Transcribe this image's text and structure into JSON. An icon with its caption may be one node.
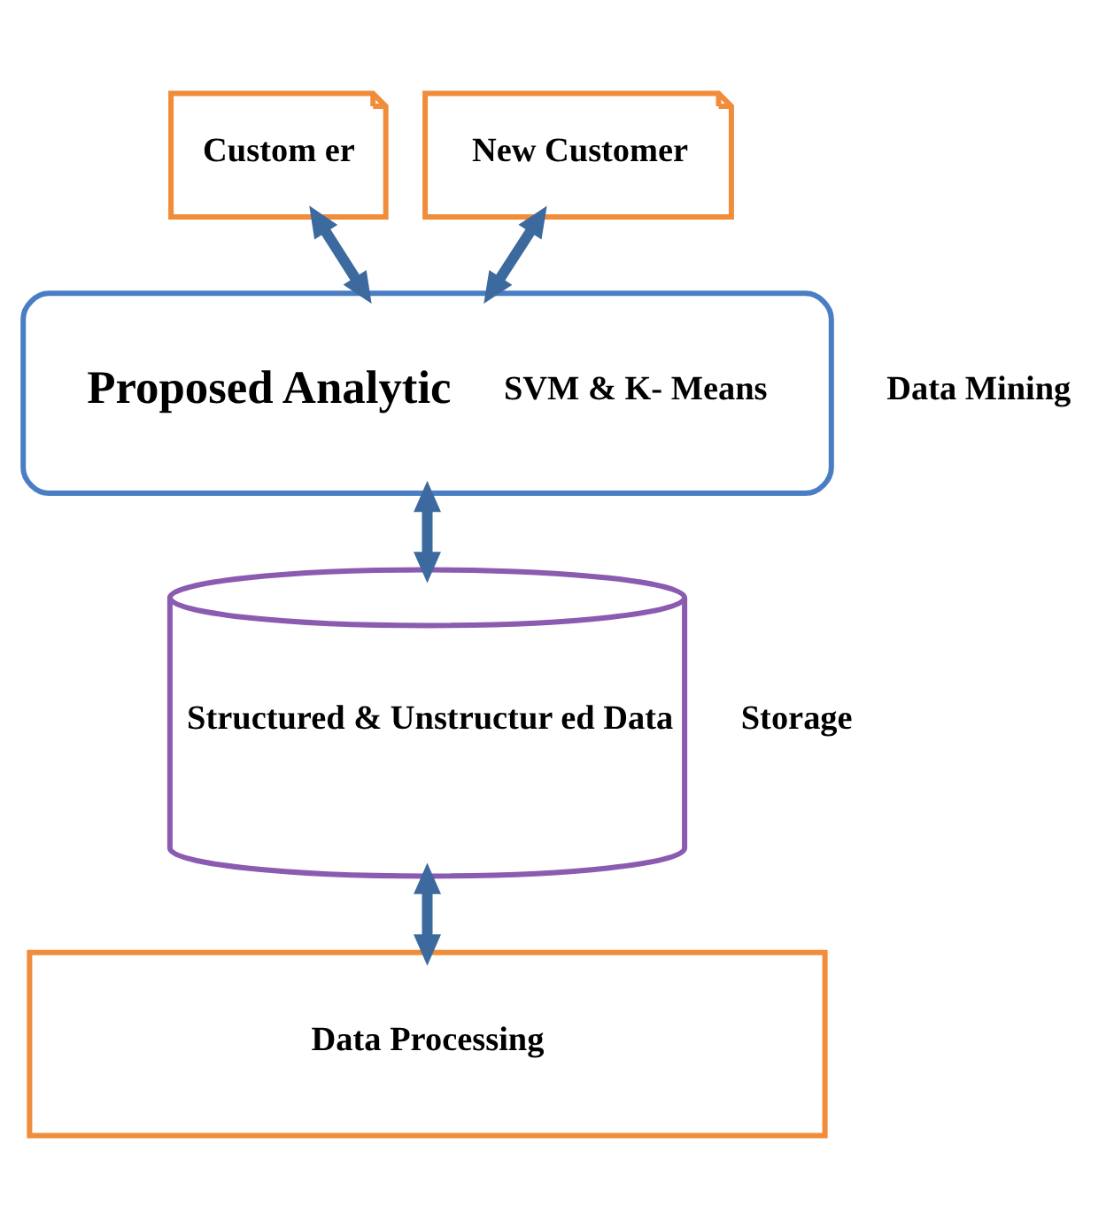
{
  "diagram": {
    "nodes": [
      {
        "text": [
          "Custom er"
        ]
      },
      {
        "text": [
          "New Customer"
        ]
      },
      {
        "text": [
          "Proposed Analytic",
          "SVM & K- Means"
        ],
        "beside": [
          "Data Mining"
        ]
      },
      {
        "text": [
          "Structured & Unstructur ed Data"
        ],
        "beside": [
          "Storage"
        ]
      },
      {
        "text": [
          "Data Processing"
        ]
      }
    ],
    "edges": [
      {
        "from": 0,
        "to": 2,
        "arrow": "both"
      },
      {
        "from": 1,
        "to": 2,
        "arrow": "both"
      },
      {
        "from": 2,
        "to": 3,
        "arrow": "both"
      },
      {
        "from": 3,
        "to": 4,
        "arrow": "both"
      }
    ]
  }
}
